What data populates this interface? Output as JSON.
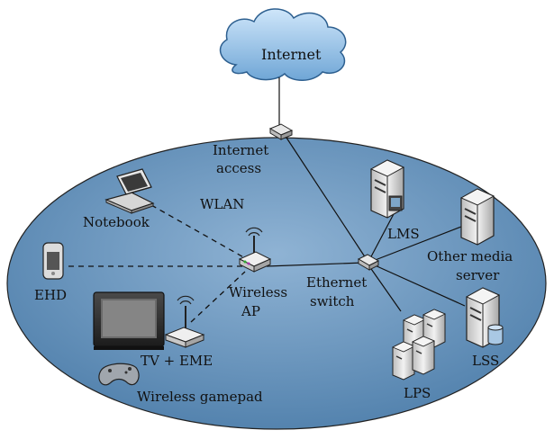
{
  "labels": {
    "internet": "Internet",
    "internet_access_1": "Internet",
    "internet_access_2": "access",
    "wlan": "WLAN",
    "notebook": "Notebook",
    "ehd": "EHD",
    "wireless_ap_1": "Wireless",
    "wireless_ap_2": "AP",
    "ethernet_switch_1": "Ethernet",
    "ethernet_switch_2": "switch",
    "lms": "LMS",
    "other_media_server_1": "Other media",
    "other_media_server_2": "server",
    "lss": "LSS",
    "lps": "LPS",
    "tv_eme": "TV + EME",
    "wireless_gamepad": "Wireless gamepad"
  },
  "icons": [
    "cloud-icon",
    "router-icon",
    "laptop-icon",
    "wireless-ap-icon",
    "phone-icon",
    "tv-icon",
    "eme-device-icon",
    "gamepad-icon",
    "switch-icon",
    "server-icon",
    "database-icon"
  ],
  "colors": {
    "ellipse_fill": "#5b8ab5",
    "cloud_fill": "#9cc6ea",
    "tv_body": "#2a2a2a",
    "server_body": "#d8d8d8"
  }
}
